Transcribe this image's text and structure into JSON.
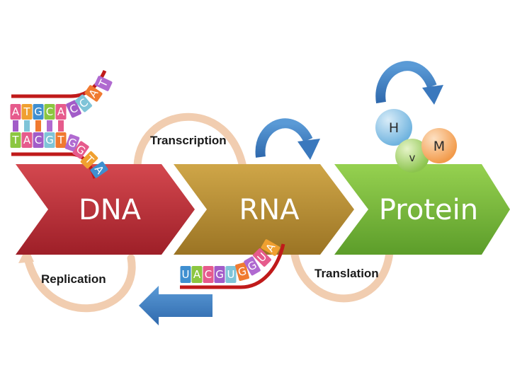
{
  "stages": {
    "dna": "DNA",
    "rna": "RNA",
    "protein": "Protein"
  },
  "processes": {
    "transcription": "Transcription",
    "replication": "Replication",
    "translation": "Translation"
  },
  "dna_strand": {
    "top": [
      "A",
      "T",
      "G",
      "C",
      "A",
      "C",
      "C",
      "A",
      "T"
    ],
    "bottom": [
      "T",
      "A",
      "C",
      "G",
      "T",
      "G",
      "G",
      "T",
      "A"
    ]
  },
  "rna_strand": [
    "U",
    "A",
    "C",
    "G",
    "U",
    "G",
    "G",
    "U",
    "A"
  ],
  "amino_acids": [
    "H",
    "V",
    "M"
  ],
  "colors": {
    "dna_chevron": "#c0303a",
    "rna_chevron": "#b8902f",
    "protein_chevron": "#7fbf3f",
    "process_arc": "#f0c8a8",
    "blue_arrow": "#3f7fc4",
    "backbone": "#c01a1a"
  },
  "icons": [
    "curved-arrow-icon",
    "left-arrow-icon"
  ]
}
